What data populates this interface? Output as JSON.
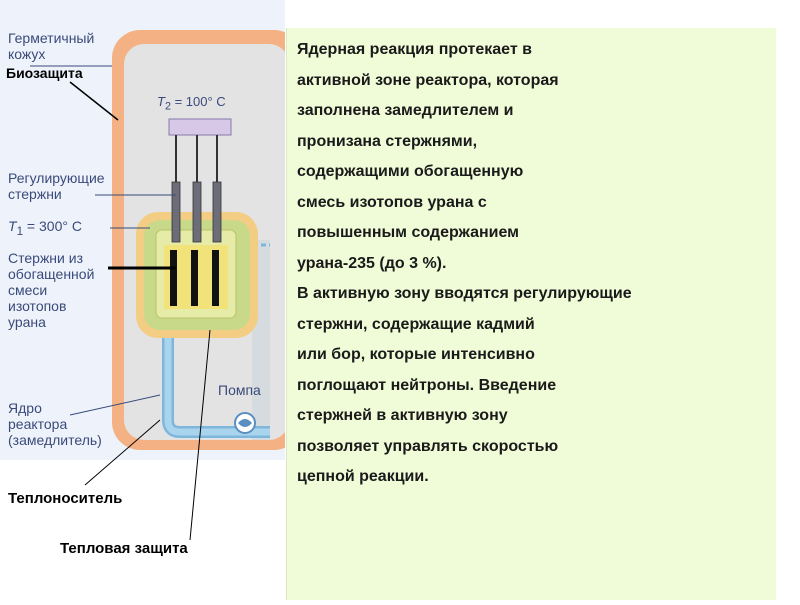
{
  "diagram": {
    "labels": {
      "hermetic_casing": [
        "Герметичный",
        "кожух"
      ],
      "bioprotection": "Биозащита",
      "t2": "T",
      "t2_sub": "2",
      "t2_val": " = 100° C",
      "control_rods": [
        "Регулирующие",
        "стержни"
      ],
      "t1": "T",
      "t1_sub": "1",
      "t1_val": " = 300° C",
      "uranium_rods": [
        "Стержни из",
        "обогащенной",
        "смеси",
        "изотопов",
        "урана"
      ],
      "pump": "Помпа",
      "core": [
        "Ядро",
        "реактора",
        "(замедлитель)"
      ],
      "coolant": "Теплоноситель",
      "thermal_protection": "Тепловая защита"
    },
    "colors": {
      "outer_shell": "#f4b183",
      "inner_gray": "#e6e6e6",
      "core_fill": "#dfe7a0",
      "core_outline": "#f0c070",
      "water": "#a9d4ee",
      "rod_black": "#111111"
    }
  },
  "text": {
    "lines": [
      "Ядерная реакция протекает в",
      "активной зоне реактора, которая",
      "заполнена замедлителем и",
      "пронизана стержнями,",
      "содержащими обогащенную",
      "смесь изотопов урана с",
      "повышенным содержанием",
      "урана-235 (до 3 %).",
      "В активную зону вводятся регулирующие",
      "стержни, содержащие кадмий",
      "или бор, которые интенсивно",
      "поглощают нейтроны. Введение",
      "стержней в активную зону",
      "позволяет управлять скоростью",
      "цепной реакции."
    ]
  }
}
